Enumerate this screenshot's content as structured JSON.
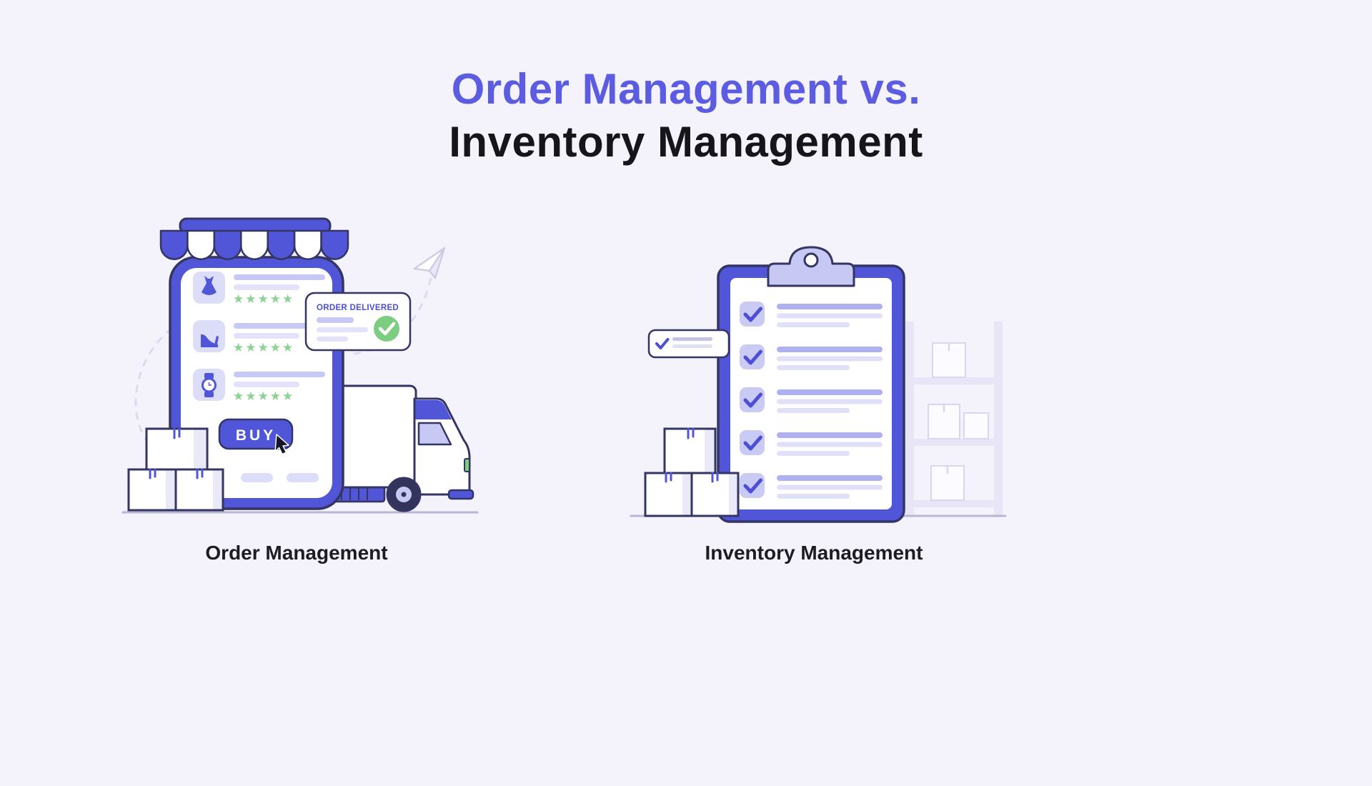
{
  "title": {
    "line1": "Order Management vs.",
    "line2": "Inventory Management"
  },
  "sections": {
    "order": {
      "caption": "Order Management",
      "buy_label": "BUY",
      "delivered_badge": "ORDER DELIVERED",
      "rating_stars": "★★★★★"
    },
    "inventory": {
      "caption": "Inventory Management"
    }
  },
  "icons": {
    "rating_star": "★"
  },
  "colors": {
    "background": "#f4f2fb",
    "accent_purple": "#5156d9",
    "title_purple": "#5b5ce2",
    "outline_ink": "#343563",
    "lavender": "#c7c9f4",
    "light_lavender": "#e2e3fa",
    "star_green": "#8bd293",
    "check_green": "#7bcd80",
    "text_ink": "#15151a"
  }
}
